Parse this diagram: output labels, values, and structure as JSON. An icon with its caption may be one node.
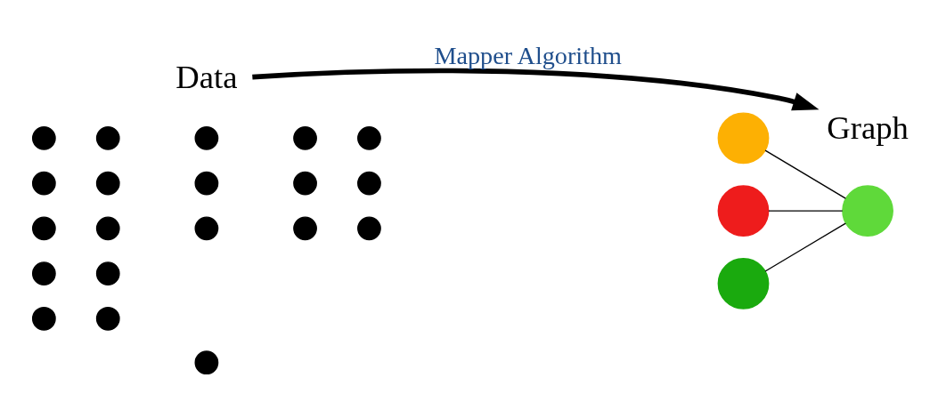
{
  "diagram": {
    "nodes": [
      {
        "text": [
          "Data"
        ]
      },
      {
        "text": [
          "Graph"
        ]
      },
      {
        "text": [],
        "shape": "circle"
      },
      {
        "text": [],
        "shape": "circle"
      },
      {
        "text": [],
        "shape": "circle"
      },
      {
        "text": [],
        "shape": "circle"
      },
      {
        "text": [],
        "shape": "circle"
      },
      {
        "text": [],
        "shape": "circle"
      },
      {
        "text": [],
        "shape": "circle"
      },
      {
        "text": [],
        "shape": "circle"
      },
      {
        "text": [],
        "shape": "circle"
      },
      {
        "text": [],
        "shape": "circle"
      },
      {
        "text": [],
        "shape": "circle"
      },
      {
        "text": [],
        "shape": "circle"
      },
      {
        "text": [],
        "shape": "circle"
      },
      {
        "text": [],
        "shape": "circle"
      },
      {
        "text": [],
        "shape": "circle"
      },
      {
        "text": [],
        "shape": "circle"
      },
      {
        "text": [],
        "shape": "circle"
      },
      {
        "text": [],
        "shape": "circle"
      },
      {
        "text": [],
        "shape": "circle"
      },
      {
        "text": [],
        "shape": "circle"
      },
      {
        "text": [],
        "shape": "circle"
      },
      {
        "text": [],
        "shape": "circle"
      },
      {
        "text": [],
        "shape": "circle"
      },
      {
        "text": [],
        "shape": "circle"
      }
    ],
    "edges": [
      {
        "from": 0,
        "to": 1,
        "arrow": "to",
        "label": "Mapper Algorithm",
        "style": "thick"
      },
      {
        "from": 2,
        "to": 4,
        "arrow": "none"
      },
      {
        "from": 3,
        "to": 4,
        "arrow": "none"
      },
      {
        "from": 4,
        "to": 5,
        "arrow": "none"
      }
    ]
  }
}
